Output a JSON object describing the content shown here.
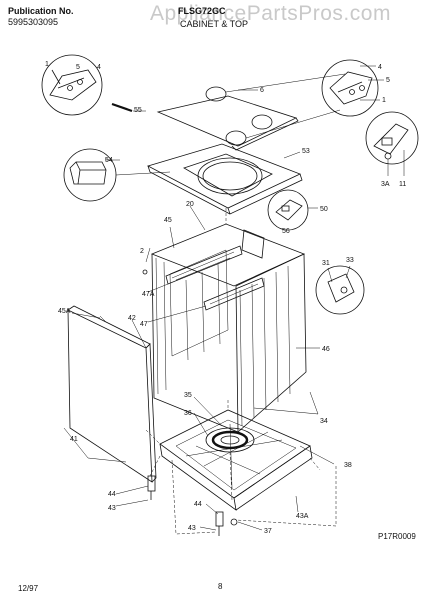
{
  "header": {
    "publication_label": "Publication No.",
    "publication_number": "5995303095",
    "model": "FLSG72GC",
    "section_title": "CABINET & TOP",
    "watermark": "AppliancePartsPros.com"
  },
  "callouts": {
    "c1a": "1",
    "c5a": "5",
    "c4a": "4",
    "c55": "55",
    "c6": "6",
    "c4b": "4",
    "c5b": "5",
    "c1b": "1",
    "c54": "54",
    "c53": "53",
    "c3a": "3A",
    "c11": "11",
    "c50": "50",
    "c56": "56",
    "c20": "20",
    "c45": "45",
    "c2": "2",
    "c31": "31",
    "c33": "33",
    "c47a": "47A",
    "c47": "47",
    "c45a": "45A",
    "c42": "42",
    "c46": "46",
    "c35": "35",
    "c36": "36",
    "c34": "34",
    "c41": "41",
    "c38": "38",
    "c44a": "44",
    "c43a": "43",
    "c44b": "44",
    "c43b": "43",
    "c37": "37",
    "c43A": "43A"
  },
  "footer": {
    "diagram_code": "P17R0009",
    "date": "12/97",
    "page": "8"
  }
}
